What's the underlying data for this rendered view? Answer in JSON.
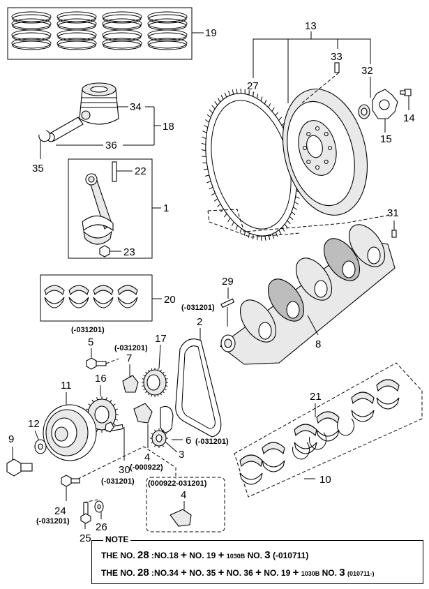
{
  "labels": {
    "n1": "1",
    "n2": "2",
    "n3": "3",
    "n4": "4",
    "n4b": "4",
    "n5": "5",
    "n6": "6",
    "n7": "7",
    "n8": "8",
    "n9": "9",
    "n10": "10",
    "n11": "11",
    "n12": "12",
    "n13": "13",
    "n14": "14",
    "n15": "15",
    "n16": "16",
    "n17": "17",
    "n18": "18",
    "n19": "19",
    "n20": "20",
    "n21": "21",
    "n22": "22",
    "n23": "23",
    "n24": "24",
    "n25": "25",
    "n26": "26",
    "n27": "27",
    "n29": "29",
    "n30": "30",
    "n31": "31",
    "n32": "32",
    "n33": "33",
    "n34": "34",
    "n35": "35",
    "n36": "36"
  },
  "codes": {
    "c5": "(-031201)",
    "c7": "(-031201)",
    "c2": "(-031201)",
    "c6": "(-031201)",
    "c4": "(-000922)",
    "c30": "(-031201)",
    "c24": "(-031201)",
    "c4b": "(000922-031201)"
  },
  "note": {
    "title": "NOTE",
    "line1": {
      "prefix": "THE NO.",
      "num": "28",
      "sep": ":NO.",
      "a": "18",
      "plus1": "+",
      "no1": "NO.",
      "b": "19",
      "plus2": "+",
      "code": "1030B",
      "no2": "NO.",
      "c": "3",
      "range": "(-010711)"
    },
    "line2": {
      "prefix": "THE NO.",
      "num": "28",
      "sep": ":NO.",
      "a": "34",
      "plus1": "+",
      "no1": "NO.",
      "b": "35",
      "plus2": "+",
      "no2": "NO.",
      "c": "36",
      "plus3": "+",
      "no3": "NO.",
      "d": "19",
      "plus4": "+",
      "code": "1030B",
      "no4": "NO.",
      "e": "3",
      "range": "(010711-)"
    }
  }
}
